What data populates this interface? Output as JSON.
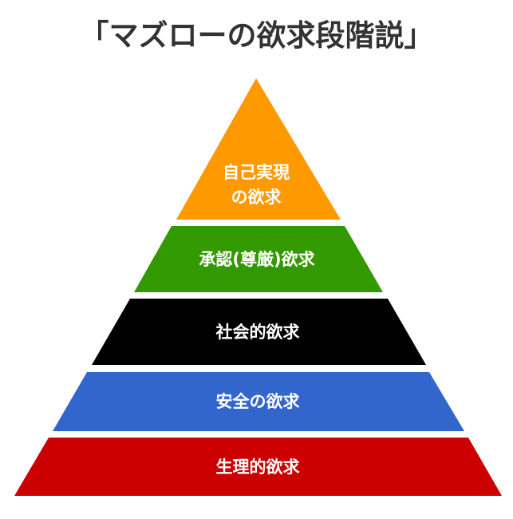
{
  "title": "「マズローの欲求段階説」",
  "levels": [
    {
      "lines": [
        "自己実現",
        "の欲求"
      ],
      "color": "#FF9900"
    },
    {
      "lines": [
        "承認(尊厳)欲求"
      ],
      "color": "#339900"
    },
    {
      "lines": [
        "社会的欲求"
      ],
      "color": "#000000"
    },
    {
      "lines": [
        "安全の欲求"
      ],
      "color": "#3366CC"
    },
    {
      "lines": [
        "生理的欲求"
      ],
      "color": "#CC0000"
    }
  ]
}
